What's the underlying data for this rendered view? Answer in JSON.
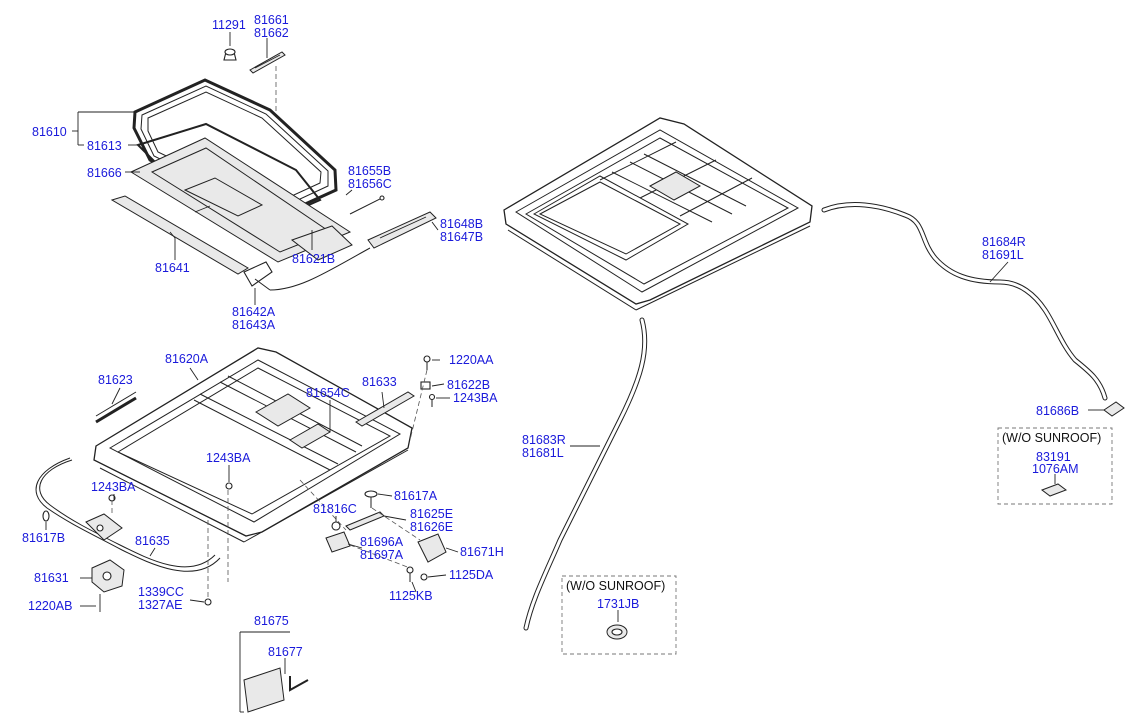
{
  "labels": {
    "p11291": "11291",
    "p81661": "81661",
    "p81662": "81662",
    "p81610": "81610",
    "p81613": "81613",
    "p81666": "81666",
    "p81655B": "81655B",
    "p81656C": "81656C",
    "p81648B": "81648B",
    "p81647B": "81647B",
    "p81641": "81641",
    "p81621B": "81621B",
    "p81642A": "81642A",
    "p81643A": "81643A",
    "p81623": "81623",
    "p81620A": "81620A",
    "p1220AA": "1220AA",
    "p81622B": "81622B",
    "p1243BA_r": "1243BA",
    "p81654C": "81654C",
    "p81633": "81633",
    "p1243BA_m": "1243BA",
    "p1243BA_l": "1243BA",
    "p81617A": "81617A",
    "p81816C": "81816C",
    "p81625E": "81625E",
    "p81626E": "81626E",
    "p81617B": "81617B",
    "p81635": "81635",
    "p81696A": "81696A",
    "p81697A": "81697A",
    "p81671H": "81671H",
    "p81631": "81631",
    "p1125DA": "1125DA",
    "p1125KB": "1125KB",
    "p1339CC": "1339CC",
    "p1327AE": "1327AE",
    "p1220AB": "1220AB",
    "p81675": "81675",
    "p81677": "81677",
    "p81684R": "81684R",
    "p81691L": "81691L",
    "p81686B": "81686B",
    "p83191": "83191",
    "p1076AM": "1076AM",
    "p81683R": "81683R",
    "p81681L": "81681L",
    "p1731JB": "1731JB"
  },
  "notes": {
    "wo_sunroof_right": "(W/O SUNROOF)",
    "wo_sunroof_bottom": "(W/O SUNROOF)"
  }
}
